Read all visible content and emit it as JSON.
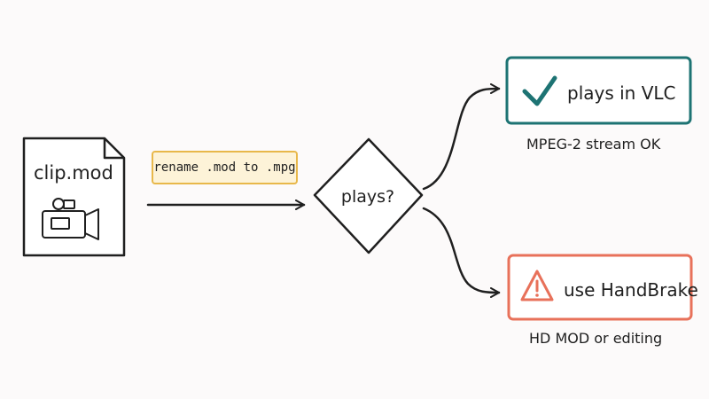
{
  "source": {
    "file_name": "clip.mod",
    "icon": "camcorder-icon"
  },
  "step": {
    "label": "rename .mod to .mpg",
    "accent": "#e8b84a"
  },
  "decision": {
    "label": "plays?"
  },
  "outcomes": {
    "success": {
      "label": "plays in VLC",
      "caption": "MPEG-2 stream OK",
      "icon": "checkmark-icon",
      "color": "#1d7373"
    },
    "fallback": {
      "label": "use HandBrake",
      "caption": "HD MOD or editing",
      "icon": "warning-icon",
      "color": "#e8715a"
    }
  }
}
